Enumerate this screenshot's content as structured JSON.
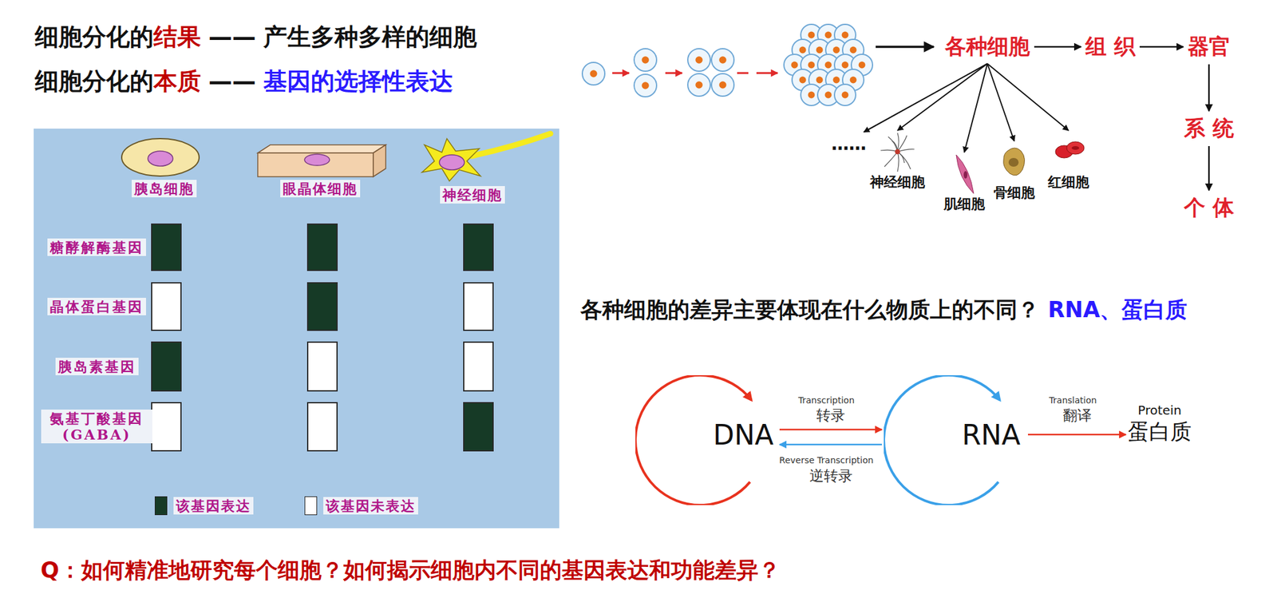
{
  "diagram": {
    "nodes": [
      {
        "text": [
          "各种细胞"
        ]
      },
      {
        "text": [
          "组 织"
        ]
      },
      {
        "text": [
          "器官"
        ]
      },
      {
        "text": [
          "……"
        ]
      },
      {
        "text": [
          "神经细胞"
        ]
      },
      {
        "text": [
          "肌细胞"
        ]
      },
      {
        "text": [
          "骨细胞"
        ]
      },
      {
        "text": [
          "红细胞"
        ]
      },
      {
        "text": [
          "系 统"
        ]
      },
      {
        "text": [
          "个 体"
        ]
      },
      {
        "text": [
          "DNA"
        ]
      },
      {
        "text": [
          "RNA"
        ]
      },
      {
        "text": [
          "Protein",
          "蛋白质"
        ]
      }
    ],
    "edges": [
      {
        "from": 0,
        "to": 1,
        "arrow": "to"
      },
      {
        "from": 1,
        "to": 2,
        "arrow": "to"
      },
      {
        "from": 0,
        "to": 3,
        "arrow": "to"
      },
      {
        "from": 0,
        "to": 4,
        "arrow": "to"
      },
      {
        "from": 0,
        "to": 5,
        "arrow": "to"
      },
      {
        "from": 0,
        "to": 6,
        "arrow": "to"
      },
      {
        "from": 0,
        "to": 7,
        "arrow": "to"
      },
      {
        "from": 2,
        "to": 8,
        "arrow": "to"
      },
      {
        "from": 8,
        "to": 9,
        "arrow": "to"
      },
      {
        "from": 10,
        "to": 11,
        "label": "转录",
        "arrow": "to"
      },
      {
        "from": 11,
        "to": 10,
        "label": "逆转录",
        "arrow": "to"
      },
      {
        "from": 11,
        "to": 12,
        "label": "翻译",
        "arrow": "to"
      }
    ],
    "labels": [
      "细胞分化的",
      "结果",
      "——",
      "产生多种多样的细胞",
      "细胞分化的",
      "本质",
      "——",
      "基因的选择性表达",
      "胰岛细胞",
      "眼晶体细胞",
      "神经细胞",
      "糖酵解酶基因",
      "晶体蛋白基因",
      "胰岛素基因",
      "氨基丁酸基因 (GABA)",
      "各种细胞的差异主要体现在什么物质上的不同？",
      "RNA、蛋白质",
      "Transcription",
      "Reverse Transcription",
      "Translation",
      "Q：如何精准地研究每个细胞？如何揭示细胞内不同的基因表达和功能差异？"
    ],
    "legend": [
      {
        "text": "该基因表达",
        "color": "#163a26"
      },
      {
        "text": "该基因未表达",
        "color": "#ffffff"
      }
    ]
  }
}
